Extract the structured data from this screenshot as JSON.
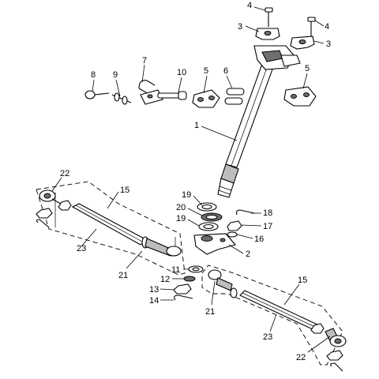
{
  "diagram": {
    "callouts": [
      {
        "id": "c4a",
        "text": "4"
      },
      {
        "id": "c4b",
        "text": "4"
      },
      {
        "id": "c3a",
        "text": "3"
      },
      {
        "id": "c3b",
        "text": "3"
      },
      {
        "id": "c8",
        "text": "8"
      },
      {
        "id": "c9",
        "text": "9"
      },
      {
        "id": "c7",
        "text": "7"
      },
      {
        "id": "c10",
        "text": "10"
      },
      {
        "id": "c5a",
        "text": "5"
      },
      {
        "id": "c6",
        "text": "6"
      },
      {
        "id": "c5b",
        "text": "5"
      },
      {
        "id": "c1",
        "text": "1"
      },
      {
        "id": "c22a",
        "text": "22"
      },
      {
        "id": "c15a",
        "text": "15"
      },
      {
        "id": "c19a",
        "text": "19"
      },
      {
        "id": "c20",
        "text": "20"
      },
      {
        "id": "c19b",
        "text": "19"
      },
      {
        "id": "c18",
        "text": "18"
      },
      {
        "id": "c17",
        "text": "17"
      },
      {
        "id": "c16",
        "text": "16"
      },
      {
        "id": "c2",
        "text": "2"
      },
      {
        "id": "c23a",
        "text": "23"
      },
      {
        "id": "c21a",
        "text": "21"
      },
      {
        "id": "c11",
        "text": "11"
      },
      {
        "id": "c12",
        "text": "12"
      },
      {
        "id": "c13",
        "text": "13"
      },
      {
        "id": "c14",
        "text": "14"
      },
      {
        "id": "c15b",
        "text": "15"
      },
      {
        "id": "c21b",
        "text": "21"
      },
      {
        "id": "c23b",
        "text": "23"
      },
      {
        "id": "c22b",
        "text": "22"
      }
    ]
  }
}
